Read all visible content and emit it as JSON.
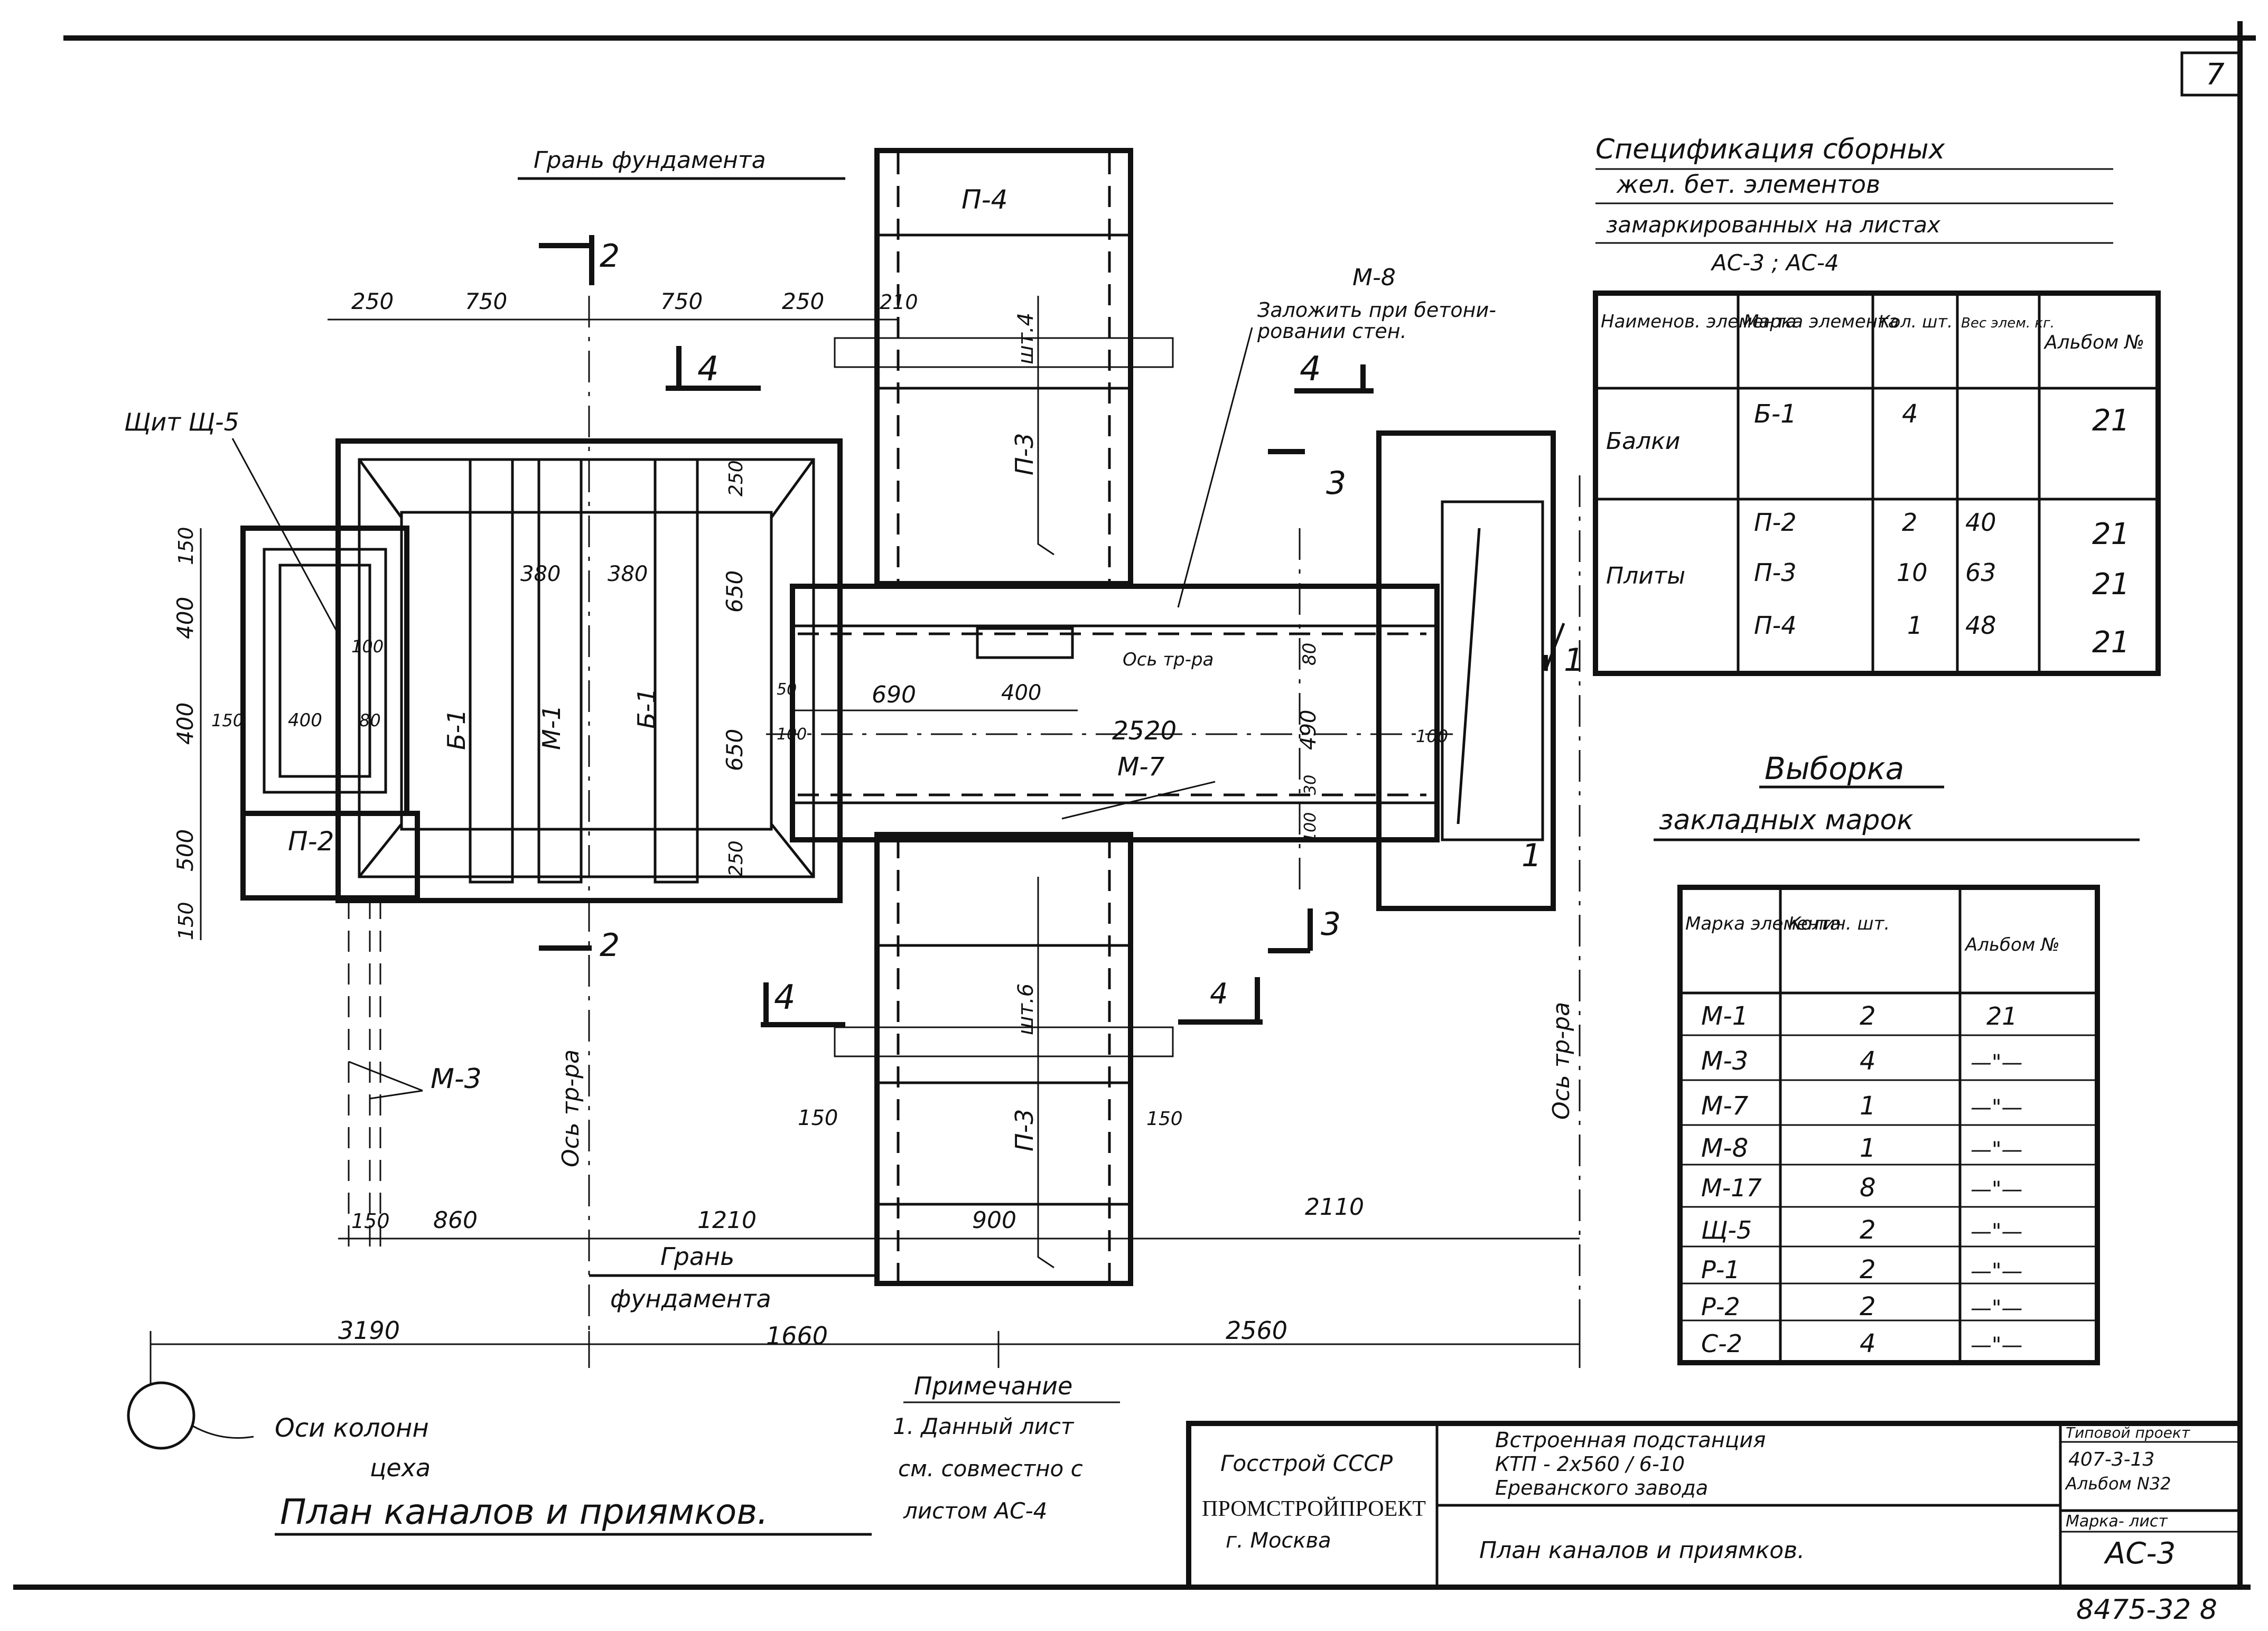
{
  "sheet": {
    "page_number": "7",
    "drawing_title": "План каналов и приямков.",
    "note": {
      "heading": "Примечание",
      "line1": "1. Данный лист",
      "line2": "см. совместно с",
      "line3": "листом АС-4"
    },
    "axes_legend": {
      "line1": "Оси колонн",
      "line2": "цеха"
    },
    "inventory_number": "8475-32 8"
  },
  "plan": {
    "labels": {
      "foundation_edge_top": "Грань фундамента",
      "foundation_edge_bottom_1": "Грань",
      "foundation_edge_bottom_2": "фундамента",
      "shield": "Щит Щ-5",
      "m3": "М-3",
      "m7": "М-7",
      "m8": "М-8",
      "embed_note_1": "Заложить при бетони-",
      "embed_note_2": "ровании стен.",
      "axis_tr1": "Ось тр-ра",
      "axis_tr2": "Ось тр-ра",
      "axis_tr3": "Ось тр-ра",
      "p2": "П-2",
      "p3_top": "П-3",
      "p3_bottom": "П-3",
      "p4": "П-4",
      "b1_left": "Б-1",
      "b1_right": "Б-1",
      "m1": "М-1",
      "sht4": "шт.4",
      "sht6": "шт.6"
    },
    "section_marks": [
      "1",
      "1",
      "2",
      "2",
      "3",
      "3",
      "4",
      "4",
      "4",
      "4"
    ],
    "dimensions": {
      "top": [
        "250",
        "750",
        "750",
        "250",
        "210"
      ],
      "left": [
        "150",
        "400",
        "400",
        "500",
        "150"
      ],
      "inner": [
        "380",
        "380",
        "400",
        "100",
        "80",
        "150",
        "250",
        "650",
        "650",
        "250",
        "50",
        "100",
        "690",
        "400",
        "2520",
        "490",
        "80",
        "100",
        "100",
        "30",
        "150",
        "150"
      ],
      "bottom_row1": [
        "150",
        "860",
        "1210",
        "900",
        "2110"
      ],
      "bottom_row2": [
        "3190",
        "1660",
        "2560"
      ]
    }
  },
  "spec_table": {
    "title_line1": "Спецификация сборных",
    "title_line2": "жел. бет. элементов",
    "title_line3": "замаркированных на листах",
    "title_line4": "АС-3 ; АС-4",
    "headers": [
      "Наименов. элемента",
      "Марка элемента",
      "Кол. шт.",
      "Вес элем. кг.",
      "Альбом №"
    ],
    "rows": [
      {
        "name": "Балки",
        "mark": "Б-1",
        "qty": "4",
        "weight": "",
        "album": "21"
      },
      {
        "name": "Плиты",
        "mark": "П-2",
        "qty": "2",
        "weight": "40",
        "album": "21"
      },
      {
        "name": "",
        "mark": "П-3",
        "qty": "10",
        "weight": "63",
        "album": "21"
      },
      {
        "name": "",
        "mark": "П-4",
        "qty": "1",
        "weight": "48",
        "album": "21"
      }
    ]
  },
  "selection_table": {
    "title_line1": "Выборка",
    "title_line2": "закладных марок",
    "headers": [
      "Марка элемента",
      "Колич. шт.",
      "Альбом №"
    ],
    "rows": [
      {
        "mark": "М-1",
        "qty": "2",
        "album": "21"
      },
      {
        "mark": "М-3",
        "qty": "4",
        "album": "—\"—"
      },
      {
        "mark": "М-7",
        "qty": "1",
        "album": "—\"—"
      },
      {
        "mark": "М-8",
        "qty": "1",
        "album": "—\"—"
      },
      {
        "mark": "М-17",
        "qty": "8",
        "album": "—\"—"
      },
      {
        "mark": "Щ-5",
        "qty": "2",
        "album": "—\"—"
      },
      {
        "mark": "Р-1",
        "qty": "2",
        "album": "—\"—"
      },
      {
        "mark": "Р-2",
        "qty": "2",
        "album": "—\"—"
      },
      {
        "mark": "С-2",
        "qty": "4",
        "album": "—\"—"
      }
    ]
  },
  "title_block": {
    "org1": "Госстрой СССР",
    "org2": "ПРОМСТРОЙПРОЕКТ",
    "org3": "г. Москва",
    "project_line1": "Встроенная подстанция",
    "project_line2": "КТП - 2х560 / 6-10",
    "project_line3": "Ереванского завода",
    "sheet_title": "План каналов и приямков.",
    "typical_project_label": "Типовой проект",
    "typical_project_num": "407-3-13",
    "album": "Альбом N32",
    "mark_sheet_label": "Марка- лист",
    "mark_sheet": "АС-3"
  }
}
